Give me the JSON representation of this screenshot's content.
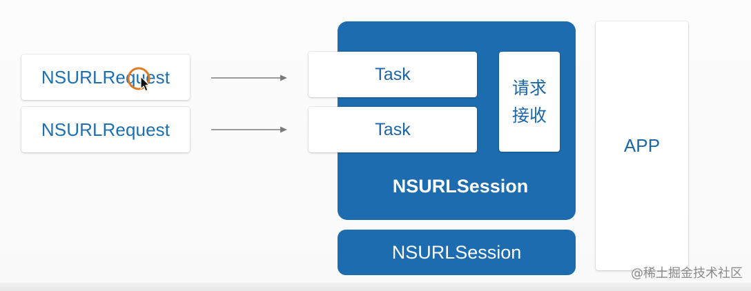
{
  "diagram": {
    "requests": [
      {
        "label": "NSURLRequest"
      },
      {
        "label": "NSURLRequest"
      }
    ],
    "tasks": [
      {
        "label": "Task"
      },
      {
        "label": "Task"
      }
    ],
    "receive_box_label": "请求\n接收",
    "session_block_label": "NSURLSession",
    "session_bar_label": "NSURLSession",
    "app_label": "APP"
  },
  "colors": {
    "primary_blue": "#1d6cb0",
    "text_blue": "#1d6fb4",
    "cursor_ring": "#e07a22"
  },
  "watermark": "@稀土掘金技术社区"
}
